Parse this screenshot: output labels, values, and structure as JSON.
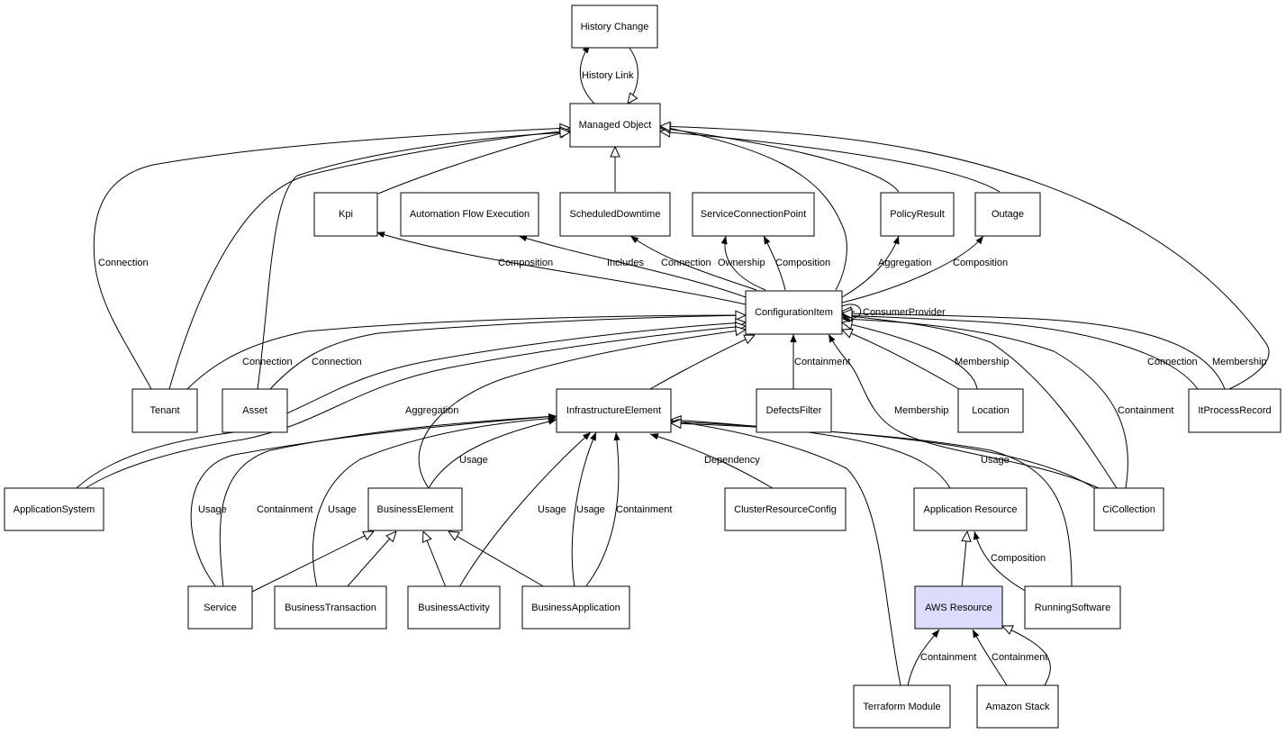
{
  "colors": {
    "node_fill": "#ffffff",
    "highlight_fill": "#dcdcfc",
    "stroke": "#000000"
  },
  "nodes": {
    "history_change": "History Change",
    "managed_object": "Managed Object",
    "kpi": "Kpi",
    "automation_flow_execution": "Automation Flow Execution",
    "scheduled_downtime": "ScheduledDowntime",
    "service_connection_point": "ServiceConnectionPoint",
    "policy_result": "PolicyResult",
    "outage": "Outage",
    "configuration_item": "ConfigurationItem",
    "tenant": "Tenant",
    "asset": "Asset",
    "infrastructure_element": "InfrastructureElement",
    "defects_filter": "DefectsFilter",
    "location": "Location",
    "it_process_record": "ItProcessRecord",
    "application_system": "ApplicationSystem",
    "business_element": "BusinessElement",
    "cluster_resource_config": "ClusterResourceConfig",
    "application_resource": "Application Resource",
    "ci_collection": "CiCollection",
    "service": "Service",
    "business_transaction": "BusinessTransaction",
    "business_activity": "BusinessActivity",
    "business_application": "BusinessApplication",
    "aws_resource": "AWS Resource",
    "running_software": "RunningSoftware",
    "terraform_module": "Terraform Module",
    "amazon_stack": "Amazon Stack"
  },
  "edge_labels": {
    "history_link": "History Link",
    "tenant_mo_connection": "Connection",
    "ci_kpi_composition": "Composition",
    "ci_afe_includes": "Includes",
    "ci_sd_connection": "Connection",
    "ci_scp_ownership": "Ownership",
    "ci_scp_composition": "Composition",
    "ci_pr_aggregation": "Aggregation",
    "ci_outage_composition": "Composition",
    "ci_self_consumer_provider": "ConsumerProvider",
    "tenant_ci_connection": "Connection",
    "asset_ci_connection": "Connection",
    "as_ci_aggregation": "Aggregation",
    "defects_containment": "Containment",
    "cic_ci_membership": "Membership",
    "location_membership": "Membership",
    "cic_ci_containment": "Containment",
    "itpr_ci_connection": "Connection",
    "itpr_mo_membership": "Membership",
    "be_ie_usage": "Usage",
    "crc_ie_dependency": "Dependency",
    "cic_ie_usage": "Usage",
    "service_ie_usage": "Usage",
    "service_ie_containment": "Containment",
    "bt_ie_usage": "Usage",
    "bact_ie_usage": "Usage",
    "bapp_ie_usage": "Usage",
    "bapp_ie_containment": "Containment",
    "rs_ar_composition": "Composition",
    "tm_aws_containment": "Containment",
    "as_aws_containment": "Containment"
  }
}
